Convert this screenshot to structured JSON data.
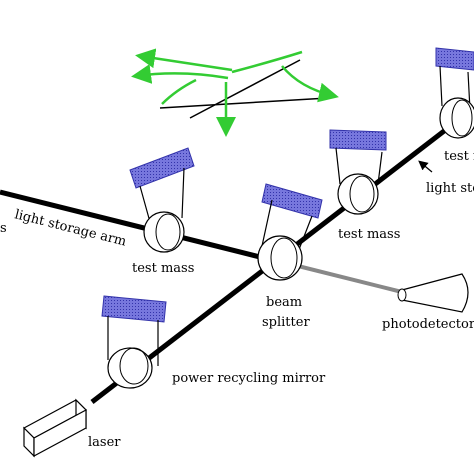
{
  "labels": {
    "light_storage_arm_left": "light storage arm",
    "test_mass_left": "test mass",
    "test_mass_center": "test mass",
    "test_mass_right": "test m",
    "light_storage_right": "light sto",
    "beam_splitter_line1": "beam",
    "beam_splitter_line2": "splitter",
    "photodetector": "photodetector",
    "power_recycling_mirror": "power recycling mirror",
    "laser": "laser",
    "edge_fragment": "s"
  },
  "colors": {
    "arm_beam": "#000000",
    "detector_beam": "#888888",
    "mirror_pad": "#6666cc",
    "wave_arrows": "#33cc33"
  }
}
